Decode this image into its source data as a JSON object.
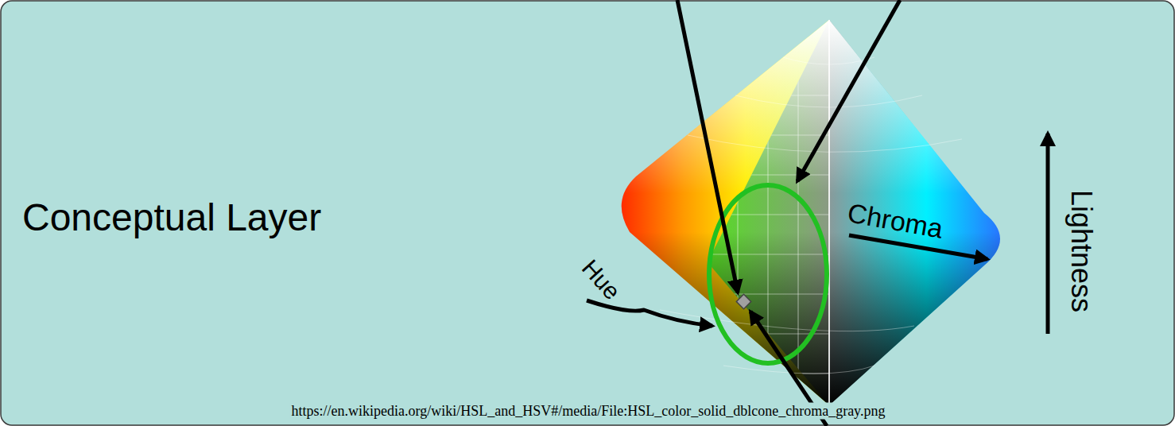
{
  "diagram": {
    "title": "Conceptual Layer",
    "labels": [
      "Hue",
      "Chroma",
      "Lightness",
      "https://en.wikipedia.org/wiki/HSL_and_HSV#/media/File:HSL_color_solid_dblcone_chroma_gray.png"
    ]
  }
}
